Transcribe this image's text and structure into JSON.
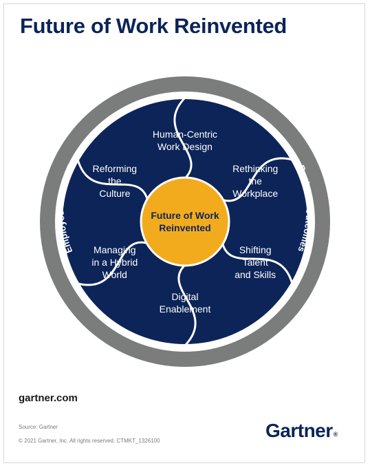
{
  "title": "Future of Work Reinvented",
  "diagram": {
    "center_label": [
      "Future of Work",
      "Reinvented"
    ],
    "ring_left": "Employee Outcomes",
    "ring_right": "Business Outcomes",
    "segments": [
      {
        "lines": [
          "Human-Centric",
          "Work Design"
        ]
      },
      {
        "lines": [
          "Rethinking",
          "the",
          "Workplace"
        ]
      },
      {
        "lines": [
          "Shifting",
          "Talent",
          "and Skills"
        ]
      },
      {
        "lines": [
          "Digital",
          "Enablement"
        ]
      },
      {
        "lines": [
          "Managing",
          "in a Hybrid",
          "World"
        ]
      },
      {
        "lines": [
          "Reforming",
          "the",
          "Culture"
        ]
      }
    ],
    "colors": {
      "ring": "#7a7d7b",
      "segment": "#0c2458",
      "divider": "#ffffff",
      "center": "#f3ab1e"
    }
  },
  "footer": {
    "website": "gartner.com",
    "source": "Source: Gartner",
    "copyright": "© 2021 Gartner, Inc. All rights reserved. CTMKT_1326100",
    "logo": "Gartner"
  }
}
